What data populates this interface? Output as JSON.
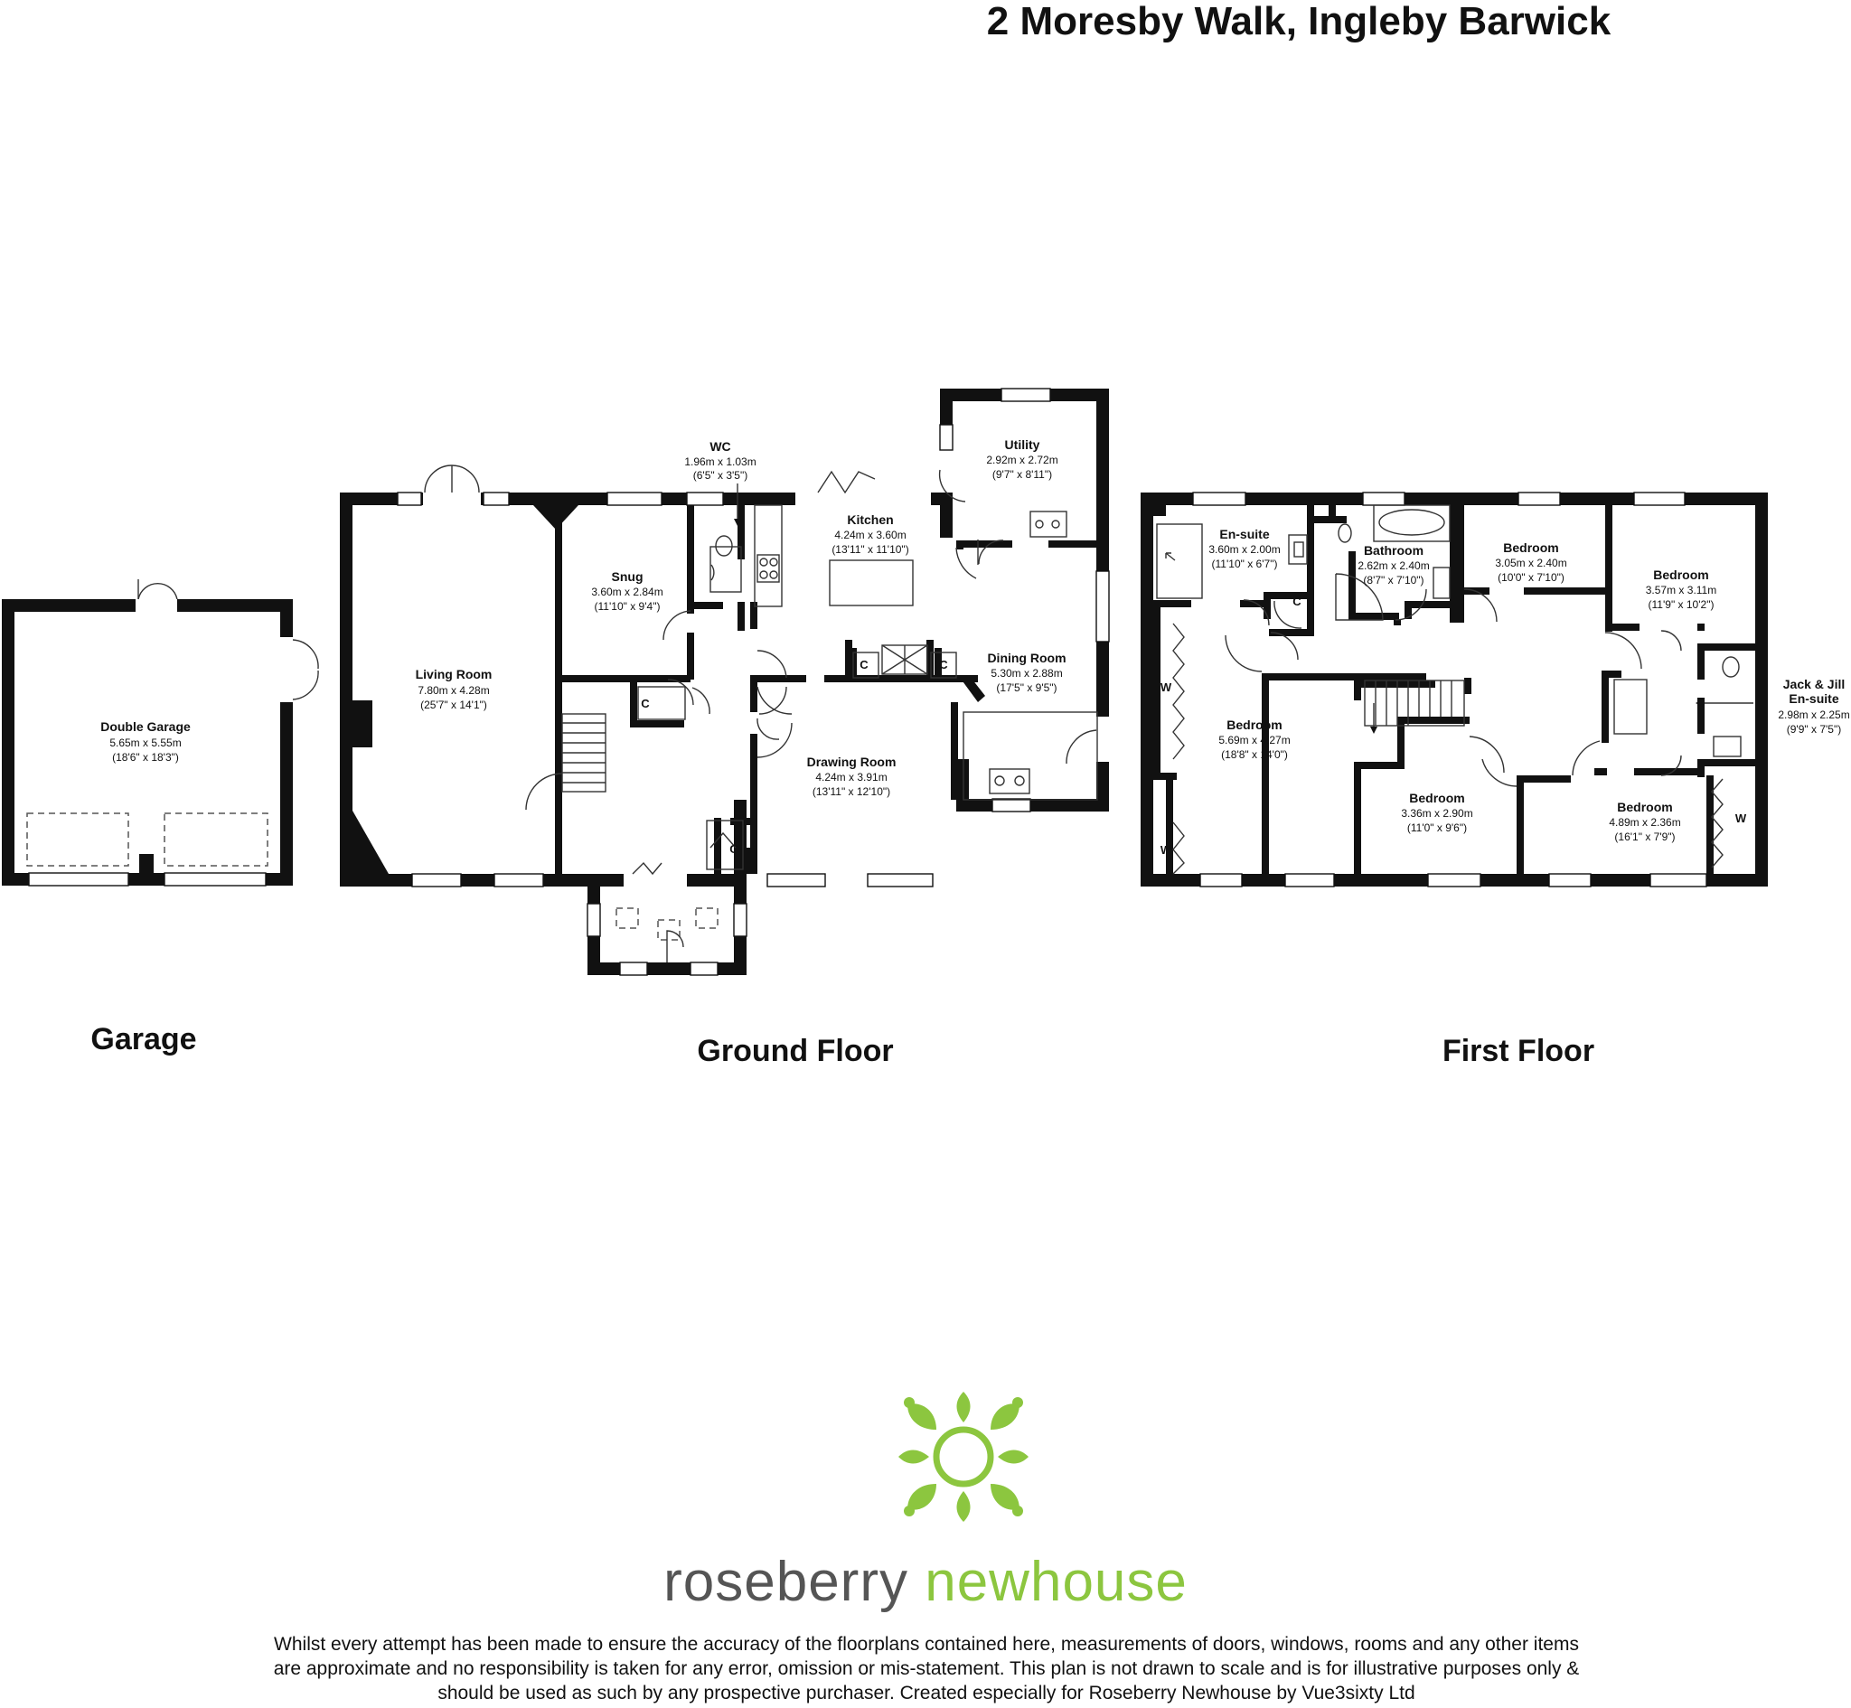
{
  "title": "2 Moresby Walk, Ingleby Barwick",
  "floors": {
    "garage": "Garage",
    "ground": "Ground Floor",
    "first": "First Floor"
  },
  "rooms": {
    "double_garage": {
      "name": "Double Garage",
      "metric": "5.65m x 5.55m",
      "imperial": "(18'6\" x 18'3\")"
    },
    "living_room": {
      "name": "Living Room",
      "metric": "7.80m x 4.28m",
      "imperial": "(25'7\" x 14'1\")"
    },
    "snug": {
      "name": "Snug",
      "metric": "3.60m x 2.84m",
      "imperial": "(11'10\" x 9'4\")"
    },
    "wc": {
      "name": "WC",
      "metric": "1.96m x 1.03m",
      "imperial": "(6'5\" x 3'5\")"
    },
    "kitchen": {
      "name": "Kitchen",
      "metric": "4.24m x 3.60m",
      "imperial": "(13'11\" x 11'10\")"
    },
    "utility": {
      "name": "Utility",
      "metric": "2.92m x 2.72m",
      "imperial": "(9'7\" x 8'11\")"
    },
    "dining_room": {
      "name": "Dining Room",
      "metric": "5.30m x 2.88m",
      "imperial": "(17'5\" x 9'5\")"
    },
    "drawing_room": {
      "name": "Drawing Room",
      "metric": "4.24m x 3.91m",
      "imperial": "(13'11\" x 12'10\")"
    },
    "en_suite": {
      "name": "En-suite",
      "metric": "3.60m x 2.00m",
      "imperial": "(11'10\" x 6'7\")"
    },
    "bathroom": {
      "name": "Bathroom",
      "metric": "2.62m x 2.40m",
      "imperial": "(8'7\" x 7'10\")"
    },
    "bedroom_small": {
      "name": "Bedroom",
      "metric": "3.05m x 2.40m",
      "imperial": "(10'0\" x 7'10\")"
    },
    "bedroom_ne": {
      "name": "Bedroom",
      "metric": "3.57m x 3.11m",
      "imperial": "(11'9\" x 10'2\")"
    },
    "jack_jill": {
      "name1": "Jack & Jill",
      "name2": "En-suite",
      "metric": "2.98m x 2.25m",
      "imperial": "(9'9\" x 7'5\")"
    },
    "bedroom_master": {
      "name": "Bedroom",
      "metric": "5.69m x 4.27m",
      "imperial": "(18'8\" x 14'0\")"
    },
    "bedroom_mid": {
      "name": "Bedroom",
      "metric": "3.36m x 2.90m",
      "imperial": "(11'0\" x 9'6\")"
    },
    "bedroom_se": {
      "name": "Bedroom",
      "metric": "4.89m x 2.36m",
      "imperial": "(16'1\" x 7'9\")"
    }
  },
  "labels": {
    "cupboard": "C",
    "wardrobe": "W"
  },
  "brand": {
    "word1": "roseberry",
    "word2": "newhouse",
    "color_primary": "#8cc63f",
    "color_text": "#555555"
  },
  "disclaimer": "Whilst every attempt has been made to ensure the accuracy of the floorplans contained here, measurements of doors, windows, rooms and any other items are approximate and no responsibility is taken for any error, omission or mis-statement. This plan is not drawn to scale and is for illustrative purposes only & should be used as such by any prospective purchaser. Created especially for Roseberry Newhouse by Vue3sixty Ltd"
}
